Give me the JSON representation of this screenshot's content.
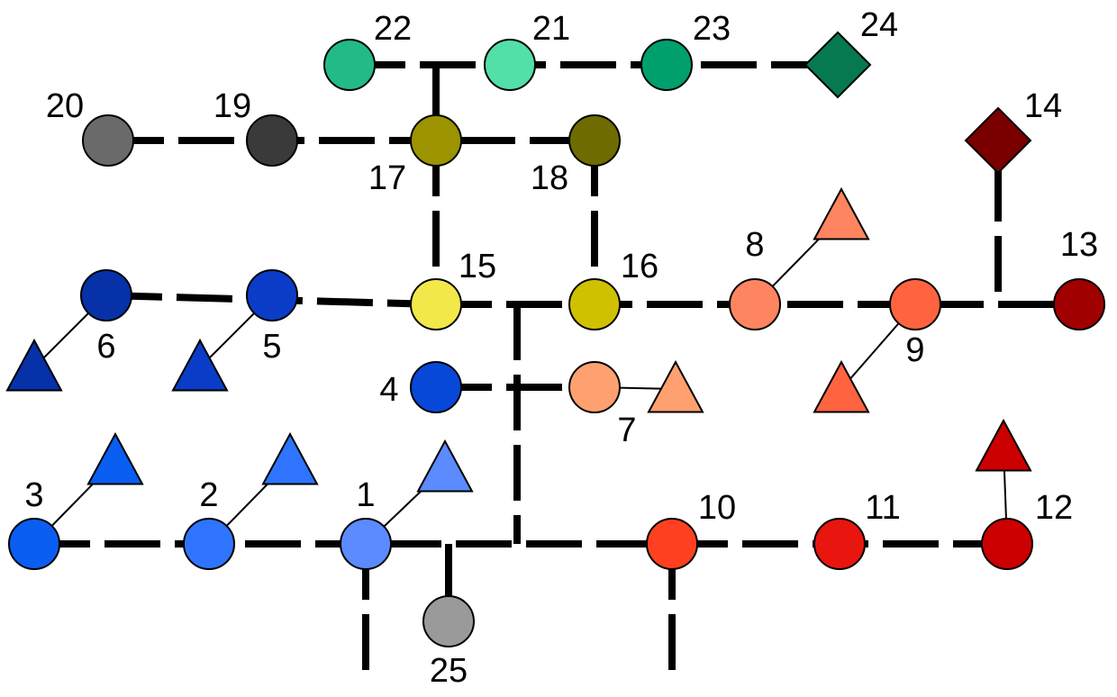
{
  "nodes": [
    {
      "id": "1",
      "label": "1",
      "shape": "circle",
      "color": "#5b8bff"
    },
    {
      "id": "2",
      "label": "2",
      "shape": "circle",
      "color": "#2f74ff"
    },
    {
      "id": "3",
      "label": "3",
      "shape": "circle",
      "color": "#0a5ef2"
    },
    {
      "id": "4",
      "label": "4",
      "shape": "circle",
      "color": "#0748d8"
    },
    {
      "id": "5",
      "label": "5",
      "shape": "circle",
      "color": "#0a3cc8"
    },
    {
      "id": "6",
      "label": "6",
      "shape": "circle",
      "color": "#0631a8"
    },
    {
      "id": "7",
      "label": "7",
      "shape": "circle",
      "color": "#ffa070"
    },
    {
      "id": "8",
      "label": "8",
      "shape": "circle",
      "color": "#ff8560"
    },
    {
      "id": "9",
      "label": "9",
      "shape": "circle",
      "color": "#ff6340"
    },
    {
      "id": "10",
      "label": "10",
      "shape": "circle",
      "color": "#ff4020"
    },
    {
      "id": "11",
      "label": "11",
      "shape": "circle",
      "color": "#e8160e"
    },
    {
      "id": "12",
      "label": "12",
      "shape": "circle",
      "color": "#cc0000"
    },
    {
      "id": "13",
      "label": "13",
      "shape": "circle",
      "color": "#a00000"
    },
    {
      "id": "14",
      "label": "14",
      "shape": "diamond",
      "color": "#7a0000"
    },
    {
      "id": "15",
      "label": "15",
      "shape": "circle",
      "color": "#f2e84a"
    },
    {
      "id": "16",
      "label": "16",
      "shape": "circle",
      "color": "#cfc100"
    },
    {
      "id": "17",
      "label": "17",
      "shape": "circle",
      "color": "#9c9300"
    },
    {
      "id": "18",
      "label": "18",
      "shape": "circle",
      "color": "#6e6c00"
    },
    {
      "id": "19",
      "label": "19",
      "shape": "circle",
      "color": "#3a3a3a"
    },
    {
      "id": "20",
      "label": "20",
      "shape": "circle",
      "color": "#6a6a6a"
    },
    {
      "id": "21",
      "label": "21",
      "shape": "circle",
      "color": "#52e0a8"
    },
    {
      "id": "22",
      "label": "22",
      "shape": "circle",
      "color": "#22bb88"
    },
    {
      "id": "23",
      "label": "23",
      "shape": "circle",
      "color": "#00a06e"
    },
    {
      "id": "24",
      "label": "24",
      "shape": "diamond",
      "color": "#067a4e"
    },
    {
      "id": "25",
      "label": "25",
      "shape": "circle",
      "color": "#9a9a9a"
    }
  ],
  "triangles": [
    {
      "attached_to": "1",
      "color": "#5b8bff"
    },
    {
      "attached_to": "2",
      "color": "#2f74ff"
    },
    {
      "attached_to": "3",
      "color": "#0a5ef2"
    },
    {
      "attached_to": "5",
      "color": "#0a3cc8"
    },
    {
      "attached_to": "6",
      "color": "#0631a8"
    },
    {
      "attached_to": "7",
      "color": "#ffa070"
    },
    {
      "attached_to": "8",
      "color": "#ff8560"
    },
    {
      "attached_to": "9",
      "color": "#ff6340"
    },
    {
      "attached_to": "12",
      "color": "#cc0000"
    }
  ],
  "edge_color": "#000000"
}
